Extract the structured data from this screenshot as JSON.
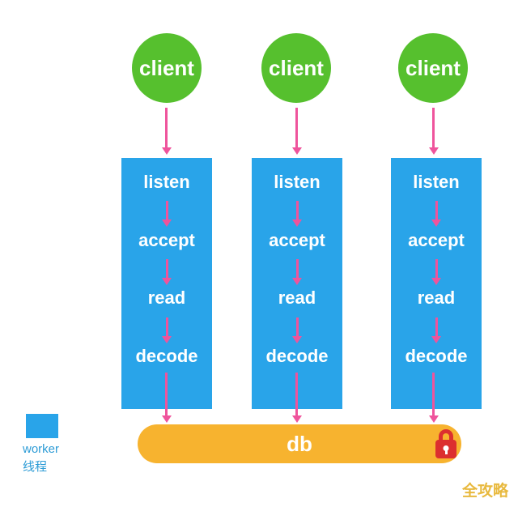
{
  "diagram": {
    "client_label": "client",
    "columns": [
      {
        "steps": [
          "listen",
          "accept",
          "read",
          "decode"
        ]
      },
      {
        "steps": [
          "listen",
          "accept",
          "read",
          "decode"
        ]
      },
      {
        "steps": [
          "listen",
          "accept",
          "read",
          "decode"
        ]
      }
    ],
    "db_label": "db",
    "legend": {
      "line1": "worker",
      "line2": "线程"
    },
    "watermark": "全攻略",
    "colors": {
      "green": "#56C02E",
      "blue": "#29A4E9",
      "pink": "#EF549C",
      "orange": "#F7B32F",
      "red": "#DC2F2F",
      "legend_text": "#2E9CD6",
      "gold": "#E8B93E"
    }
  }
}
